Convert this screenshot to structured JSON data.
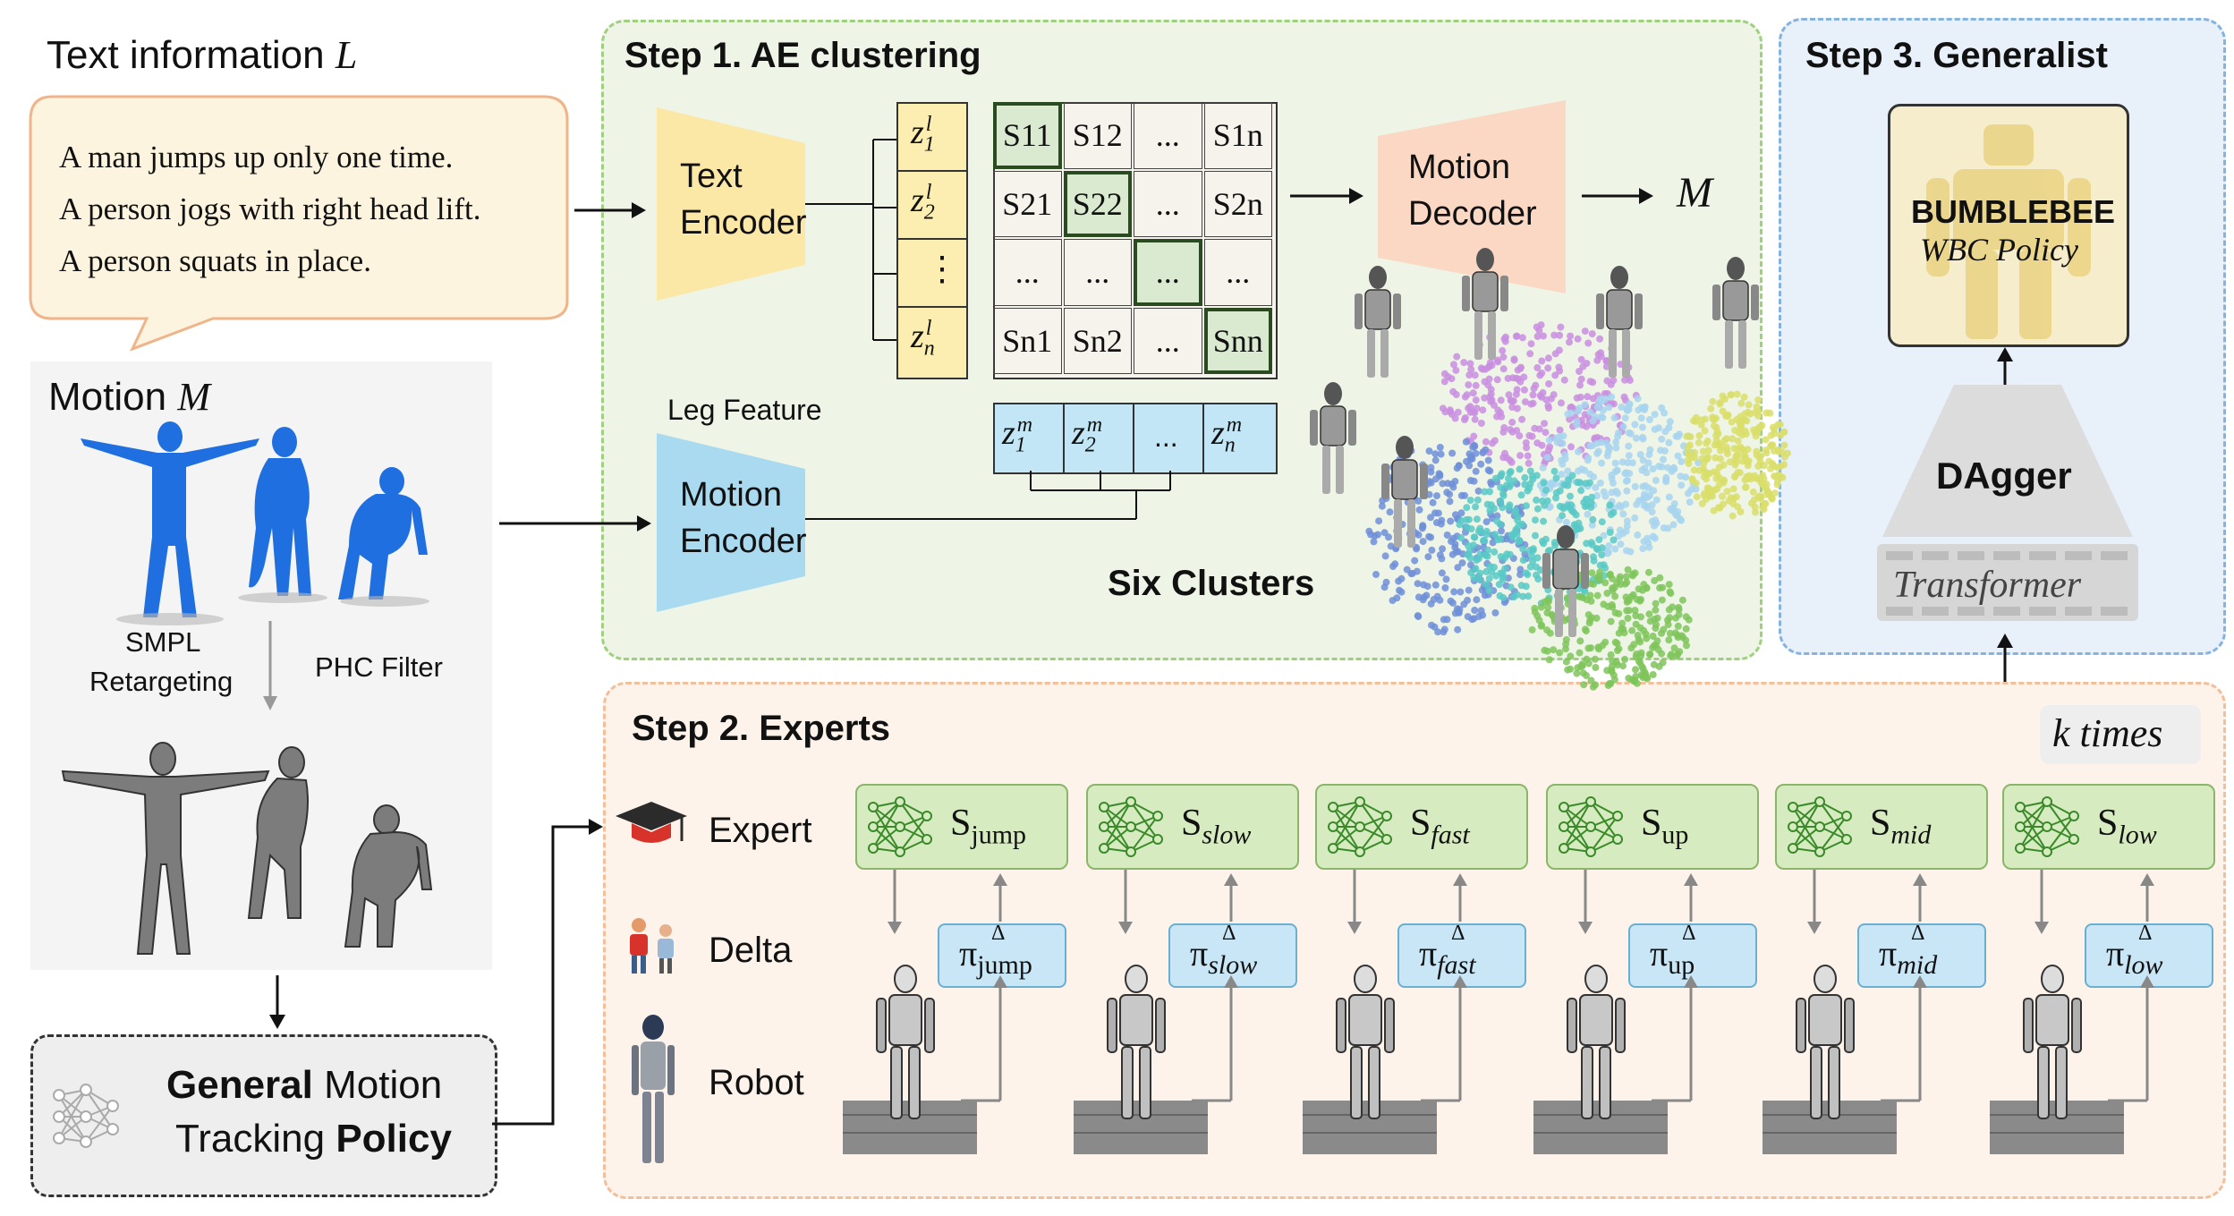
{
  "text_info": {
    "title": "Text information",
    "title_var": "L",
    "lines": [
      "A man jumps up only one time.",
      "A person jogs with right head lift.",
      "A person squats in place."
    ]
  },
  "motion": {
    "title": "Motion",
    "title_var": "M",
    "smpl_label_1": "SMPL",
    "smpl_label_2": "Retargeting",
    "phc_label": "PHC Filter"
  },
  "policy_box": {
    "line1_bold": "General",
    "line1_rest": " Motion",
    "line2_rest": "Tracking ",
    "line2_bold": "Policy"
  },
  "step1": {
    "title": "Step 1. AE clustering",
    "text_encoder": [
      "Text",
      "Encoder"
    ],
    "motion_encoder": [
      "Motion",
      "Encoder"
    ],
    "motion_decoder": [
      "Motion",
      "Decoder"
    ],
    "leg_feature": "Leg Feature",
    "output_var": "M",
    "six_clusters": "Six Clusters",
    "z_text": [
      "z",
      "z",
      "⋮",
      "z"
    ],
    "z_sub": [
      "1",
      "2",
      "",
      "n"
    ],
    "z_sup": "l",
    "z_motion_sup": "m",
    "z_motion_sub": [
      "1",
      "2",
      "",
      "n"
    ],
    "z_motion_dots": "...",
    "matrix": [
      [
        "S11",
        "S12",
        "...",
        "S1n"
      ],
      [
        "S21",
        "S22",
        "...",
        "S2n"
      ],
      [
        "...",
        "...",
        "...",
        "..."
      ],
      [
        "Sn1",
        "Sn2",
        "...",
        "Snn"
      ]
    ]
  },
  "step2": {
    "title": "Step 2. Experts",
    "k_times": "k times",
    "row_expert": "Expert",
    "row_delta": "Delta",
    "row_robot": "Robot",
    "experts": [
      {
        "s": "S",
        "sub": "jump",
        "pi_sub": "jump"
      },
      {
        "s": "S",
        "sub": "slow",
        "pi_sub": "slow"
      },
      {
        "s": "S",
        "sub": "fast",
        "pi_sub": "fast"
      },
      {
        "s": "S",
        "sub": "up",
        "pi_sub": "up"
      },
      {
        "s": "S",
        "sub": "mid",
        "pi_sub": "mid"
      },
      {
        "s": "S",
        "sub": "low",
        "pi_sub": "low"
      }
    ],
    "pi_symbol": "π",
    "delta_symbol": "Δ"
  },
  "step3": {
    "title": "Step 3. Generalist",
    "bumblebee": "BUMBLEBEE",
    "wbc": "WBC Policy",
    "dagger": "DAgger",
    "transformer": "Transformer"
  },
  "colors": {
    "step1_bg": "#eef5e6",
    "step1_border": "#8bc56a",
    "step2_bg": "#fdf3ea",
    "step2_border": "#f0b48a",
    "step3_bg": "#e8f0fa",
    "step3_border": "#7aa9dc",
    "text_encoder": "#fbe9a8",
    "motion_encoder": "#a9daf0",
    "motion_decoder": "#fbd8c4",
    "expert_box": "#d6ebbf",
    "delta_box": "#c9e6f6",
    "z_text_cell": "#fbeeb0",
    "z_motion_cell": "#c3e6f6",
    "humanoid_blue": "#1f6fe0"
  }
}
